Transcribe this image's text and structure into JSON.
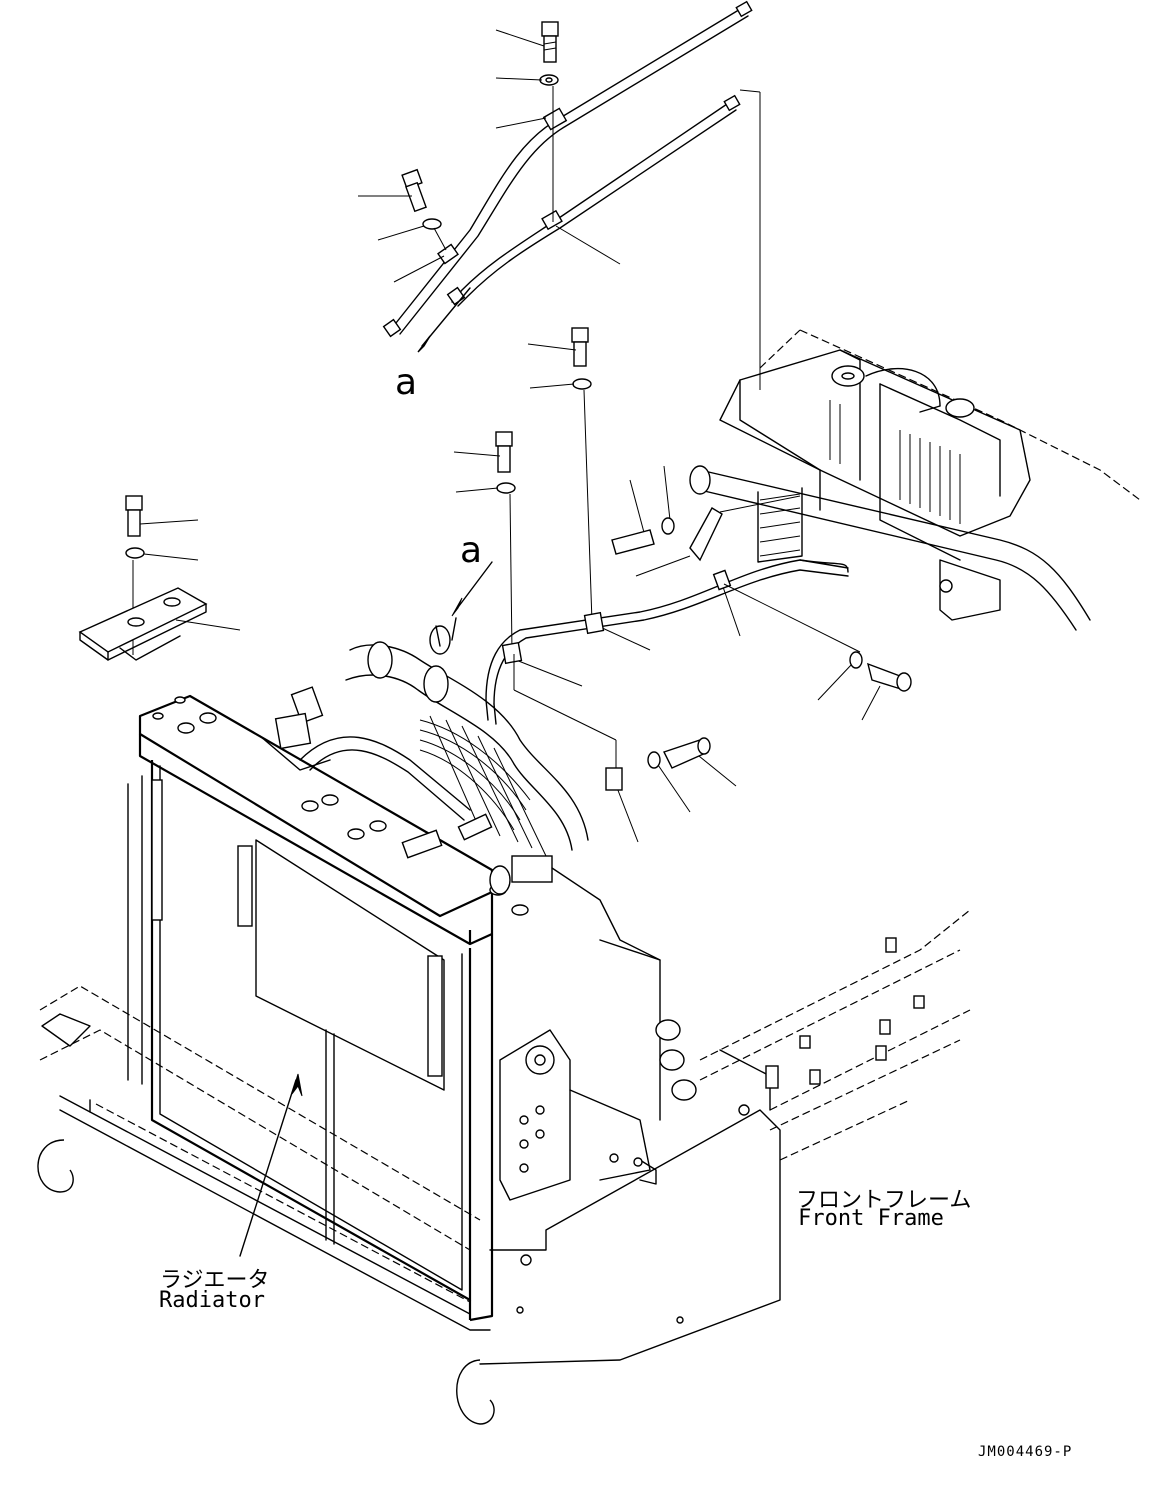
{
  "diagram": {
    "callouts": {
      "connection_a_top": "a",
      "connection_a_mid": "a"
    },
    "parts": {
      "radiator_jp": "ラジエータ",
      "radiator_en": "Radiator",
      "front_frame_jp": "フロントフレーム",
      "front_frame_en": "Front Frame"
    },
    "drawing_code": "JM004469-P"
  }
}
